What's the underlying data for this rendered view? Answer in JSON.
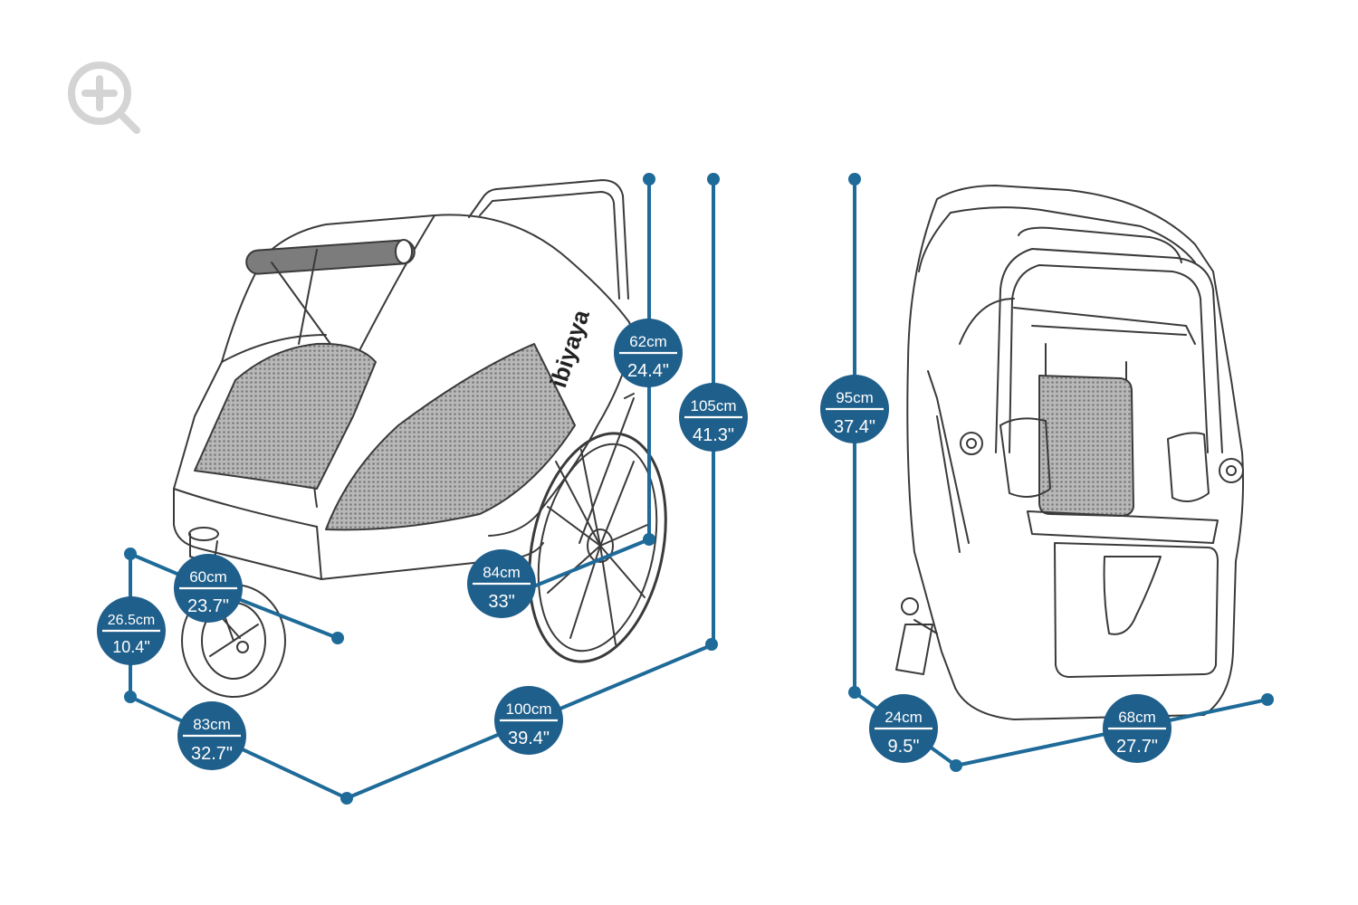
{
  "brand": {
    "logo_text": "ibiyaya"
  },
  "colors": {
    "dimension": "#1e6a99",
    "badge": "#1f5f8b",
    "line_art": "#3a3a3a",
    "zoom_icon": "#d4d4d4"
  },
  "icons": {
    "zoom": "zoom-in-icon"
  },
  "dimensions": {
    "stroller_handle_height": {
      "metric": "62cm",
      "imperial": "24.4\""
    },
    "stroller_total_height": {
      "metric": "105cm",
      "imperial": "41.3\""
    },
    "stroller_width": {
      "metric": "60cm",
      "imperial": "23.7\""
    },
    "stroller_wheelbase": {
      "metric": "84cm",
      "imperial": "33\""
    },
    "front_wheel_height": {
      "metric": "26.5cm",
      "imperial": "10.4\""
    },
    "stroller_overall_width": {
      "metric": "83cm",
      "imperial": "32.7\""
    },
    "stroller_length": {
      "metric": "100cm",
      "imperial": "39.4\""
    },
    "folded_height": {
      "metric": "95cm",
      "imperial": "37.4\""
    },
    "folded_depth": {
      "metric": "24cm",
      "imperial": "9.5\""
    },
    "folded_width": {
      "metric": "68cm",
      "imperial": "27.7\""
    }
  }
}
